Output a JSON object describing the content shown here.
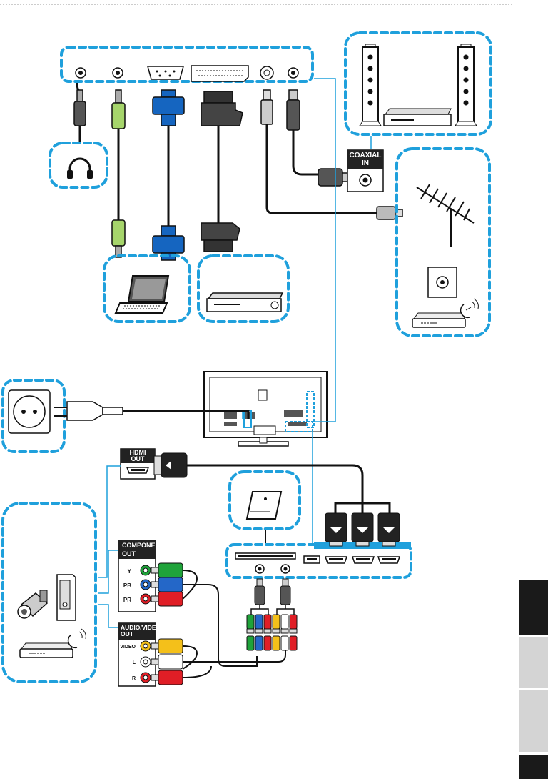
{
  "labels": {
    "coaxial_in": "COAXIAL IN",
    "hdmi_out": "HDMI OUT",
    "component_out": "COMPONENT OUT",
    "component_ports": [
      "Y",
      "PB",
      "PR"
    ],
    "audio_video_out": "AUDIO/VIDEO OUT",
    "av_ports": [
      "VIDEO",
      "L",
      "R"
    ]
  },
  "colors": {
    "highlight": "#1fa0dc",
    "label_box": "#222222",
    "tab_dark": "#1a1a1a",
    "tab_light": "#d4d4d4",
    "green_plug": "#1fa33a",
    "blue_plug": "#2467c8",
    "red_plug": "#e01e26",
    "yellow_plug": "#f4c01a",
    "white_plug": "#ffffff",
    "vga_blue": "#1565c0",
    "audio_green": "#a6d56b"
  },
  "side_tabs": [
    "dark",
    "light",
    "light",
    "dark"
  ]
}
